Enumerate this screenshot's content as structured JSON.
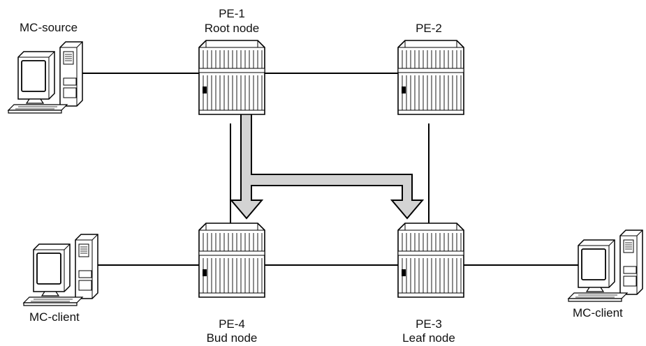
{
  "nodes": {
    "pe1": {
      "name": "PE-1",
      "role": "Root node"
    },
    "pe2": {
      "name": "PE-2",
      "role": ""
    },
    "pe3": {
      "name": "PE-3",
      "role": "Leaf node"
    },
    "pe4": {
      "name": "PE-4",
      "role": "Bud node"
    }
  },
  "hosts": {
    "source": {
      "label": "MC-source"
    },
    "client_left": {
      "label": "MC-client"
    },
    "client_right": {
      "label": "MC-client"
    }
  },
  "colors": {
    "line": "#000000",
    "arrow_fill": "#d3d3d3",
    "router_body": "#ffffff"
  }
}
